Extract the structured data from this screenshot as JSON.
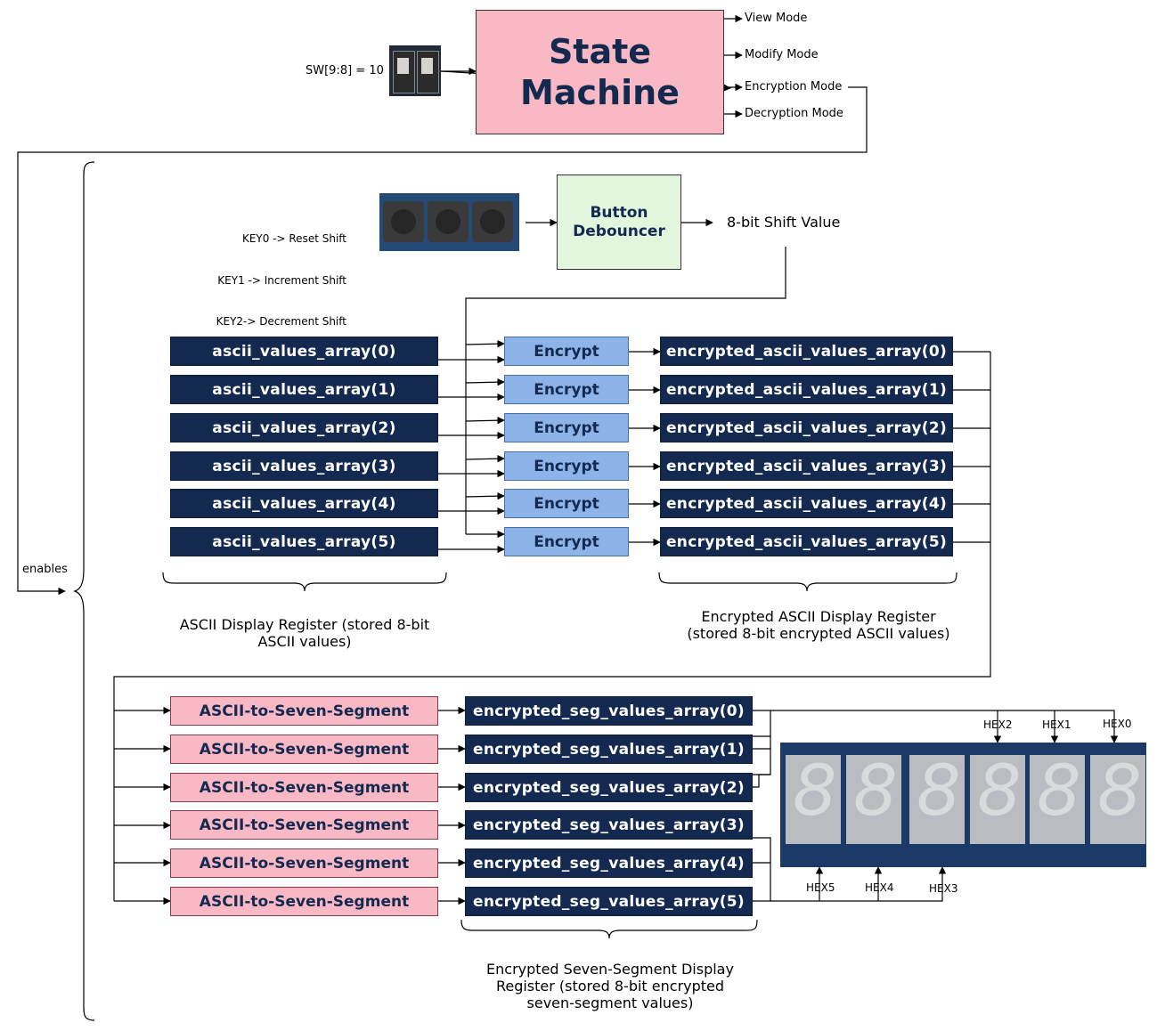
{
  "state_machine": {
    "title": "State Machine",
    "switch_label": "SW[9:8] = 10",
    "outputs": [
      "View Mode",
      "Modify Mode",
      "Encryption Mode",
      "Decryption Mode"
    ]
  },
  "enables_label": "enables",
  "keys": {
    "lines": [
      "KEY0 -> Reset Shift",
      "KEY1 -> Increment Shift",
      "KEY2-> Decrement Shift"
    ]
  },
  "debouncer": {
    "label": "Button Debouncer"
  },
  "shift_value_label": "8-bit Shift Value",
  "ascii_registers": [
    "ascii_values_array(0)",
    "ascii_values_array(1)",
    "ascii_values_array(2)",
    "ascii_values_array(3)",
    "ascii_values_array(4)",
    "ascii_values_array(5)"
  ],
  "encrypt_blocks": [
    "Encrypt",
    "Encrypt",
    "Encrypt",
    "Encrypt",
    "Encrypt",
    "Encrypt"
  ],
  "encrypted_registers": [
    "encrypted_ascii_values_array(0)",
    "encrypted_ascii_values_array(1)",
    "encrypted_ascii_values_array(2)",
    "encrypted_ascii_values_array(3)",
    "encrypted_ascii_values_array(4)",
    "encrypted_ascii_values_array(5)"
  ],
  "ascii_register_caption": "ASCII Display Register (stored 8-bit ASCII values)",
  "encrypted_register_caption": "Encrypted ASCII Display Register (stored 8-bit encrypted ASCII values)",
  "converters": [
    "ASCII-to-Seven-Segment",
    "ASCII-to-Seven-Segment",
    "ASCII-to-Seven-Segment",
    "ASCII-to-Seven-Segment",
    "ASCII-to-Seven-Segment",
    "ASCII-to-Seven-Segment"
  ],
  "seg_registers": [
    "encrypted_seg_values_array(0)",
    "encrypted_seg_values_array(1)",
    "encrypted_seg_values_array(2)",
    "encrypted_seg_values_array(3)",
    "encrypted_seg_values_array(4)",
    "encrypted_seg_values_array(5)"
  ],
  "seg_register_caption": "Encrypted Seven-Segment Display Register (stored 8-bit encrypted seven-segment values)",
  "hex_labels_top": [
    "HEX2",
    "HEX1",
    "HEX0"
  ],
  "hex_labels_bottom": [
    "HEX5",
    "HEX4",
    "HEX3"
  ],
  "colors": {
    "navy": "#13294f",
    "encrypt_blue": "#8db4e8",
    "pink": "#f8b9c4",
    "debouncer_green": "#e1f6dc"
  }
}
